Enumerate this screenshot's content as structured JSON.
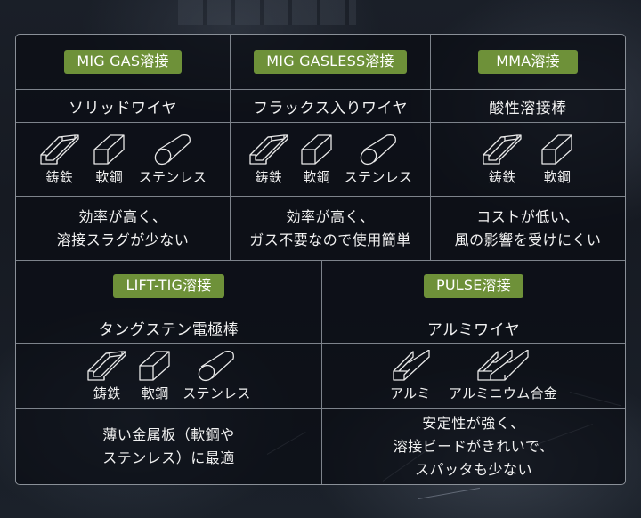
{
  "colors": {
    "badge_bg": "#6e9139",
    "text": "#f2f2f2",
    "grid_line": "#7d838b",
    "table_bg": "rgba(10,13,20,0.72)"
  },
  "top_section": [
    {
      "method": "MIG GAS溶接",
      "material": "ソリッドワイヤ",
      "metals": [
        {
          "icon": "channel-icon",
          "label": "鋳鉄"
        },
        {
          "icon": "square-bar-icon",
          "label": "軟鋼"
        },
        {
          "icon": "round-bar-icon",
          "label": "ステンレス"
        }
      ],
      "description": [
        "効率が高く、",
        "溶接スラグが少ない"
      ]
    },
    {
      "method": "MIG GASLESS溶接",
      "material": "フラックス入りワイヤ",
      "metals": [
        {
          "icon": "channel-icon",
          "label": "鋳鉄"
        },
        {
          "icon": "square-bar-icon",
          "label": "軟鋼"
        },
        {
          "icon": "round-bar-icon",
          "label": "ステンレス"
        }
      ],
      "description": [
        "効率が高く、",
        "ガス不要なので使用簡単"
      ]
    },
    {
      "method": "MMA溶接",
      "material": "酸性溶接棒",
      "metals": [
        {
          "icon": "channel-icon",
          "label": "鋳鉄"
        },
        {
          "icon": "square-bar-icon",
          "label": "軟鋼"
        }
      ],
      "description": [
        "コストが低い、",
        "風の影響を受けにくい"
      ]
    }
  ],
  "bottom_section": [
    {
      "method": "LIFT-TIG溶接",
      "material": "タングステン電極棒",
      "metals": [
        {
          "icon": "channel-icon",
          "label": "鋳鉄"
        },
        {
          "icon": "square-bar-icon",
          "label": "軟鋼"
        },
        {
          "icon": "round-bar-icon",
          "label": "ステンレス"
        }
      ],
      "description": [
        "薄い金属板（軟鋼や",
        "ステンレス）に最適"
      ]
    },
    {
      "method": "PULSE溶接",
      "material": "アルミワイヤ",
      "metals": [
        {
          "icon": "aluminum-profile-icon",
          "label": "アルミ"
        },
        {
          "icon": "aluminum-alloy-profile-icon",
          "label": "アルミニウム合金"
        }
      ],
      "description": [
        "安定性が強く、",
        "溶接ビードがきれいで、",
        "スパッタも少ない"
      ]
    }
  ]
}
